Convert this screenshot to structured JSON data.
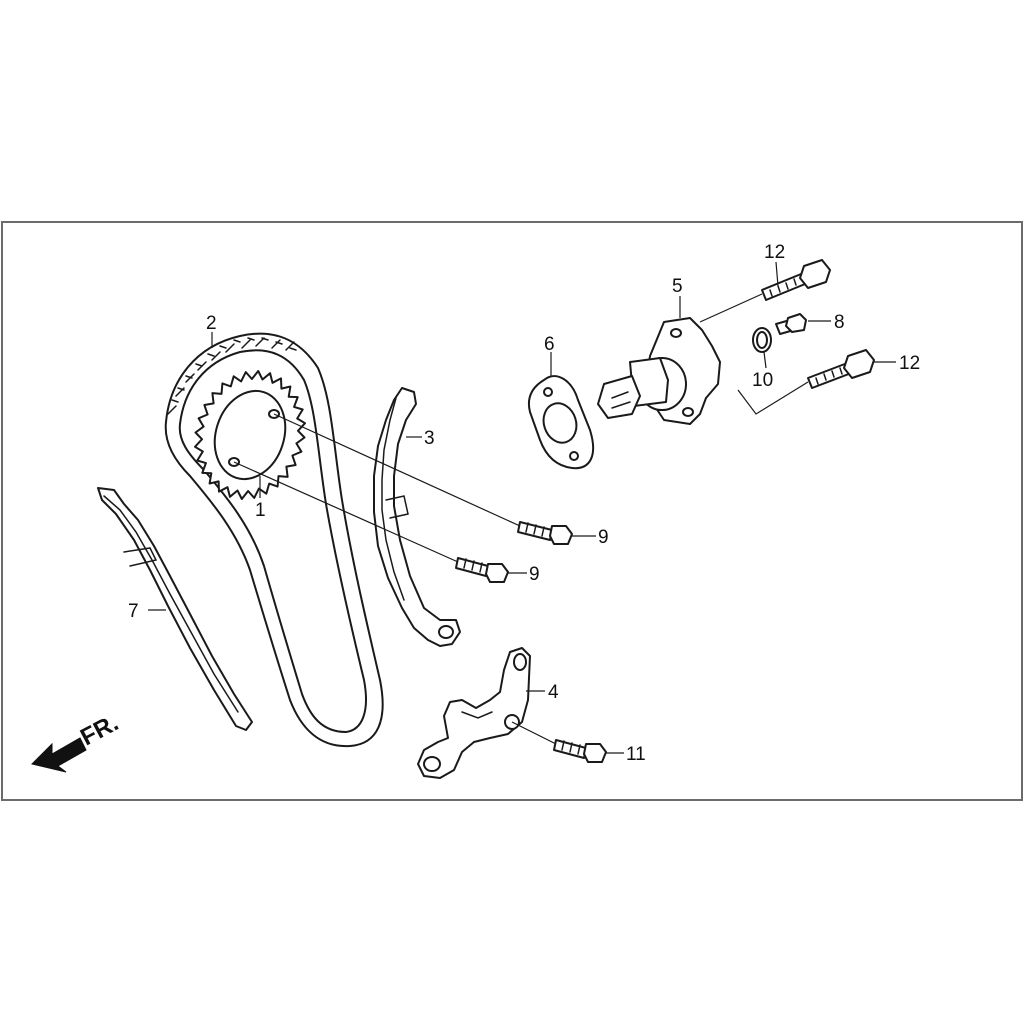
{
  "direction_marker": {
    "label": "FR.",
    "icon": "arrow-down-left-icon"
  },
  "callouts": {
    "p1": "1",
    "p2": "2",
    "p3": "3",
    "p4": "4",
    "p5": "5",
    "p6": "6",
    "p7": "7",
    "p8": "8",
    "p9a": "9",
    "p9b": "9",
    "p10": "10",
    "p11": "11",
    "p12a": "12",
    "p12b": "12"
  },
  "colors": {
    "line": "#1a1a1a",
    "frame": "#6b6b6b",
    "background": "#ffffff"
  }
}
